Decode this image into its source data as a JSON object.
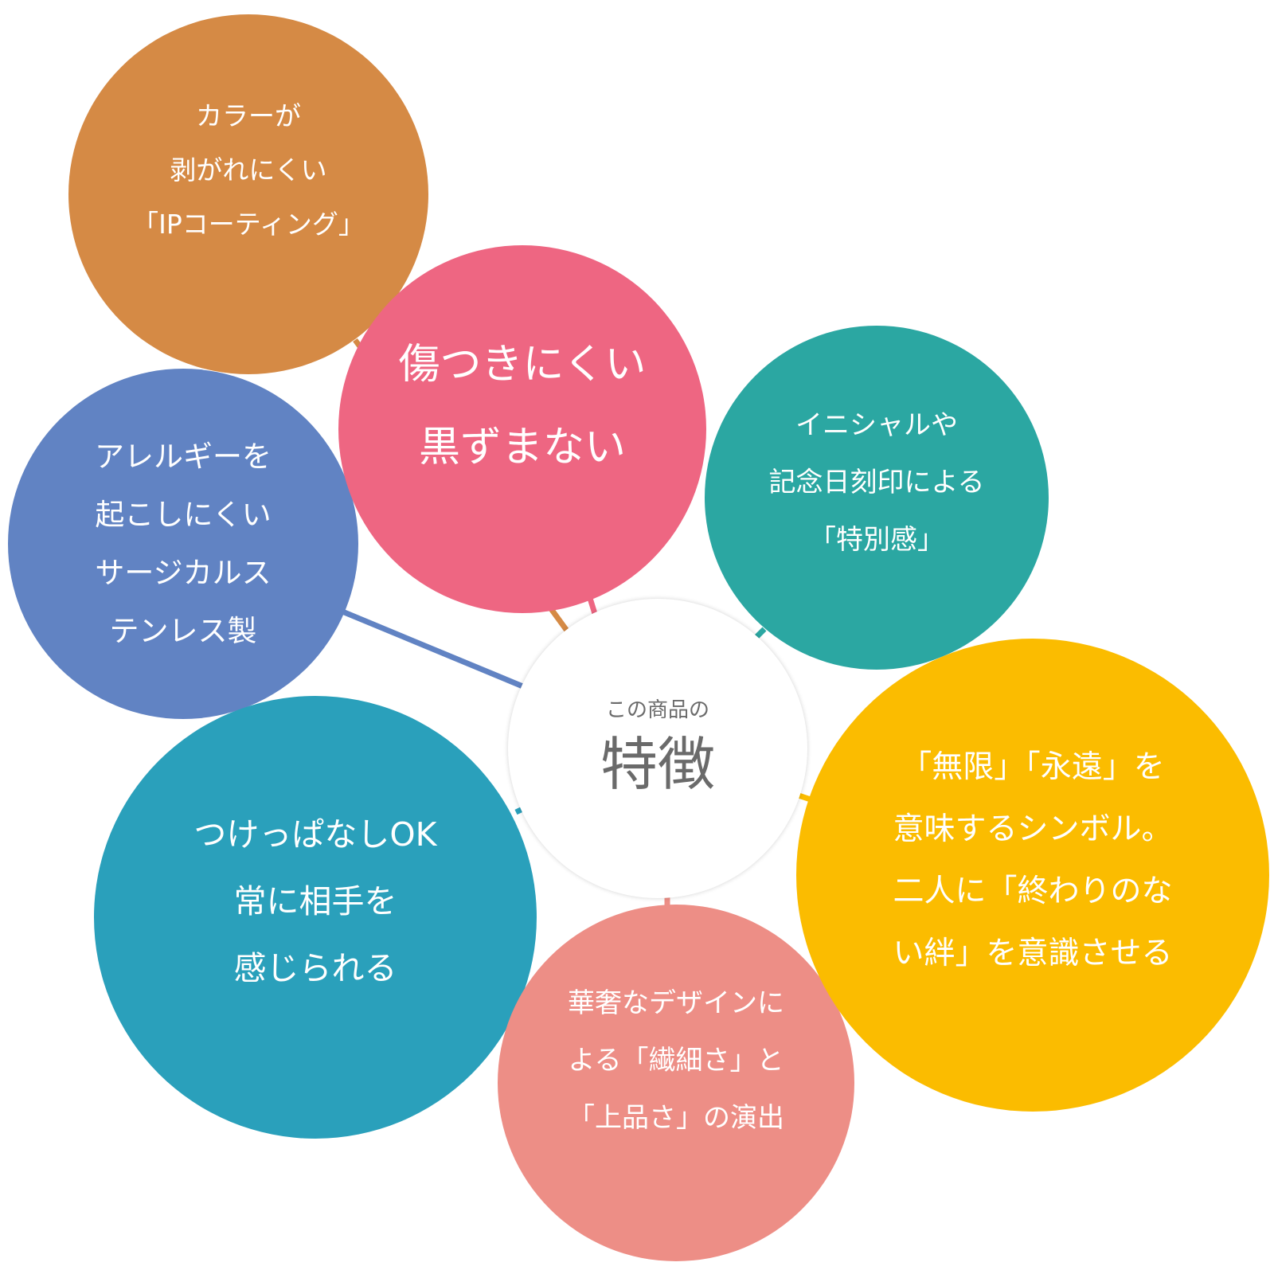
{
  "center": {
    "subtitle": "この商品の",
    "title": "特徴"
  },
  "features": [
    {
      "id": "orange",
      "color": "#d58a45",
      "lines": [
        "カラーが",
        "剥がれにくい",
        "「IPコーティング」"
      ]
    },
    {
      "id": "pink",
      "color": "#ee6682",
      "lines": [
        "傷つきにくい",
        "黒ずまない"
      ]
    },
    {
      "id": "blue",
      "color": "#6183c3",
      "lines": [
        "アレルギーを",
        "起こしにくい",
        "サージカルス",
        "テンレス製"
      ]
    },
    {
      "id": "teal",
      "color": "#2ba7a2",
      "lines": [
        "イニシャルや",
        "記念日刻印による",
        "「特別感」"
      ]
    },
    {
      "id": "yellow",
      "color": "#fbbc00",
      "lines": [
        "「無限」「永遠」を",
        "意味するシンボル。",
        "二人に「終わりのな",
        "い絆」を意識させる"
      ]
    },
    {
      "id": "cyan",
      "color": "#2aa0bb",
      "lines": [
        "つけっぱなしOK",
        "常に相手を",
        "感じられる"
      ]
    },
    {
      "id": "salmon",
      "color": "#ed8e86",
      "lines": [
        "華奢なデザインに",
        "よる「繊細さ」と",
        "「上品さ」の演出"
      ]
    }
  ]
}
